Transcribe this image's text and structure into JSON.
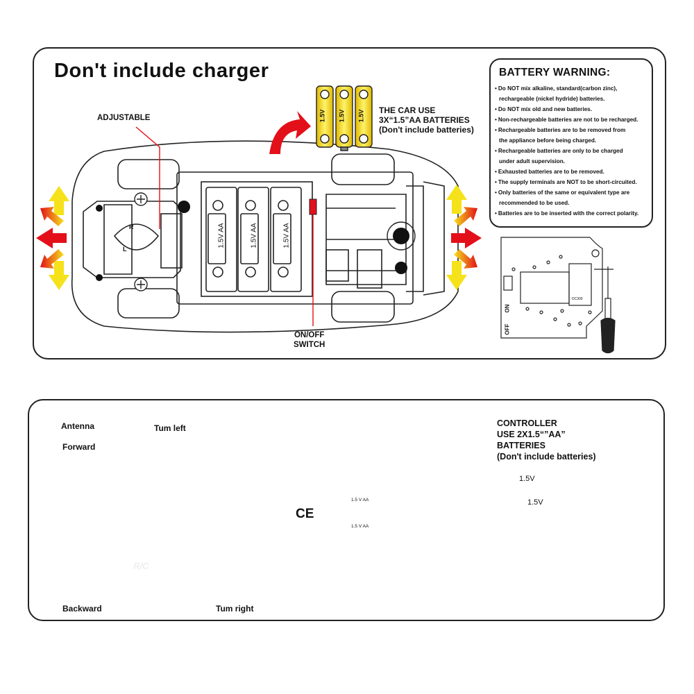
{
  "top_panel": {
    "title": "Don't include charger",
    "car_battery_line1": "THE CAR USE",
    "car_battery_line2": "3X“1.5”AA BATTERIES",
    "car_battery_line3": "(Don't include batteries)",
    "adjustable_label": "ADJUSTABLE",
    "switch_line1": "ON/OFF",
    "switch_line2": "SWITCH",
    "battery_cell_label": "1.5V AA",
    "battery_top_label": "1.5V",
    "dial_letters": {
      "left": "L",
      "right": "R"
    },
    "pcb_on": "ON",
    "pcb_off": "OFF",
    "pcb_chip": "DC300"
  },
  "warning": {
    "title": "BATTERY WARNING:",
    "lines": [
      {
        "text": "Do NOT mix alkaline, standard(carbon zinc),",
        "cont": false
      },
      {
        "text": "rechargeable (nickel hydride) batteries.",
        "cont": true
      },
      {
        "text": "Do NOT mix old and new batteries.",
        "cont": false
      },
      {
        "text": "Non-rechargeable batteries are not to be recharged.",
        "cont": false
      },
      {
        "text": "Rechargeable batteries are to be removed from",
        "cont": false
      },
      {
        "text": "the appliance before being charged.",
        "cont": true
      },
      {
        "text": "Rechargeable batteries are only  to be charged",
        "cont": false
      },
      {
        "text": "under adult supervision.",
        "cont": true
      },
      {
        "text": "Exhausted batteries are to be removed.",
        "cont": false
      },
      {
        "text": "The supply terminals are NOT to be short-circuited.",
        "cont": false
      },
      {
        "text": "Only batteries of the same or equivalent type are",
        "cont": false
      },
      {
        "text": "recommended to be used.",
        "cont": true
      },
      {
        "text": "Batteries are to be inserted with the correct polarity.",
        "cont": false
      }
    ]
  },
  "bottom_panel": {
    "antenna": "Antenna",
    "forward": "Forward",
    "turn_left": "Tum left",
    "backward": "Backward",
    "turn_right": "Tum right",
    "controller_line1": "CONTROLLER",
    "controller_line2": "USE 2X1.5“”AA”",
    "controller_line3": "BATTERIES",
    "controller_line4": "(Don't include batteries)",
    "controller_battery_label": "1.5V",
    "controller_cell_label": "1.5 V   AA",
    "ce_mark": "CE",
    "rc_logo": "R/C"
  },
  "colors": {
    "battery_yellow": "#f3d21b",
    "arrow_red": "#e3101a",
    "arrow_yellow": "#f5e21a",
    "controller_gray": "#6e6e6e",
    "controller_dark": "#3a3a3a",
    "outline": "#222222"
  }
}
